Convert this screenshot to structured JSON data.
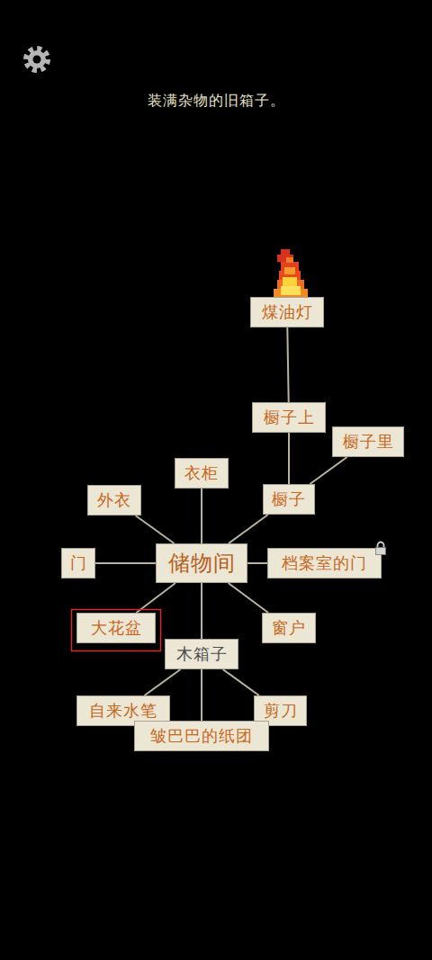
{
  "diagram": {
    "nodes": [
      {
        "text": [
          "煤油灯"
        ]
      },
      {
        "text": [
          "橱子上"
        ]
      },
      {
        "text": [
          "橱子里"
        ]
      },
      {
        "text": [
          "衣柜"
        ]
      },
      {
        "text": [
          "外衣"
        ]
      },
      {
        "text": [
          "橱子"
        ]
      },
      {
        "text": [
          "门"
        ]
      },
      {
        "text": [
          "储物间"
        ]
      },
      {
        "text": [
          "档案室的门"
        ]
      },
      {
        "text": [
          "大花盆"
        ]
      },
      {
        "text": [
          "窗户"
        ]
      },
      {
        "text": [
          "木箱子"
        ]
      },
      {
        "text": [
          "自来水笔"
        ]
      },
      {
        "text": [
          "剪刀"
        ]
      },
      {
        "text": [
          "皱巴巴的纸团"
        ]
      }
    ],
    "edges": [
      {
        "from": 7,
        "to": 6,
        "arrow": "none"
      },
      {
        "from": 7,
        "to": 4,
        "arrow": "none"
      },
      {
        "from": 7,
        "to": 3,
        "arrow": "none"
      },
      {
        "from": 7,
        "to": 5,
        "arrow": "none"
      },
      {
        "from": 7,
        "to": 8,
        "arrow": "none"
      },
      {
        "from": 7,
        "to": 9,
        "arrow": "none"
      },
      {
        "from": 7,
        "to": 10,
        "arrow": "none"
      },
      {
        "from": 7,
        "to": 11,
        "arrow": "none"
      },
      {
        "from": 5,
        "to": 1,
        "arrow": "none"
      },
      {
        "from": 5,
        "to": 2,
        "arrow": "none"
      },
      {
        "from": 1,
        "to": 0,
        "arrow": "none"
      },
      {
        "from": 11,
        "to": 12,
        "arrow": "none"
      },
      {
        "from": 11,
        "to": 14,
        "arrow": "none"
      },
      {
        "from": 11,
        "to": 13,
        "arrow": "none"
      }
    ],
    "labels": [
      "装满杂物的旧箱子。"
    ]
  }
}
